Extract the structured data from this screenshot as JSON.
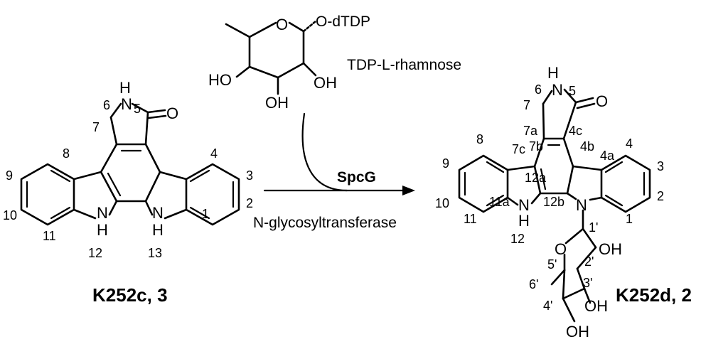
{
  "compounds": {
    "left_name": "K252c, 3",
    "right_name": "K252d, 2"
  },
  "reagents": {
    "sugar_name": "TDP-L-rhamnose",
    "sugar_substituent": "O-dTDP",
    "enzyme": "SpcG",
    "enzyme_class": "N-glycosyltransferase"
  },
  "atoms": {
    "N": "N",
    "NH": "NH",
    "H": "H",
    "O": "O",
    "HO": "HO",
    "OH": "OH"
  },
  "left_numbering": [
    "1",
    "2",
    "3",
    "4",
    "5",
    "6",
    "7",
    "8",
    "9",
    "10",
    "11",
    "12",
    "13"
  ],
  "right_numbering": [
    "1",
    "2",
    "3",
    "4",
    "4a",
    "4b",
    "4c",
    "5",
    "6",
    "7",
    "7a",
    "7b",
    "7c",
    "8",
    "9",
    "10",
    "11",
    "11a",
    "12",
    "12a",
    "12b",
    "1'",
    "2'",
    "3'",
    "4'",
    "5'",
    "6'"
  ]
}
